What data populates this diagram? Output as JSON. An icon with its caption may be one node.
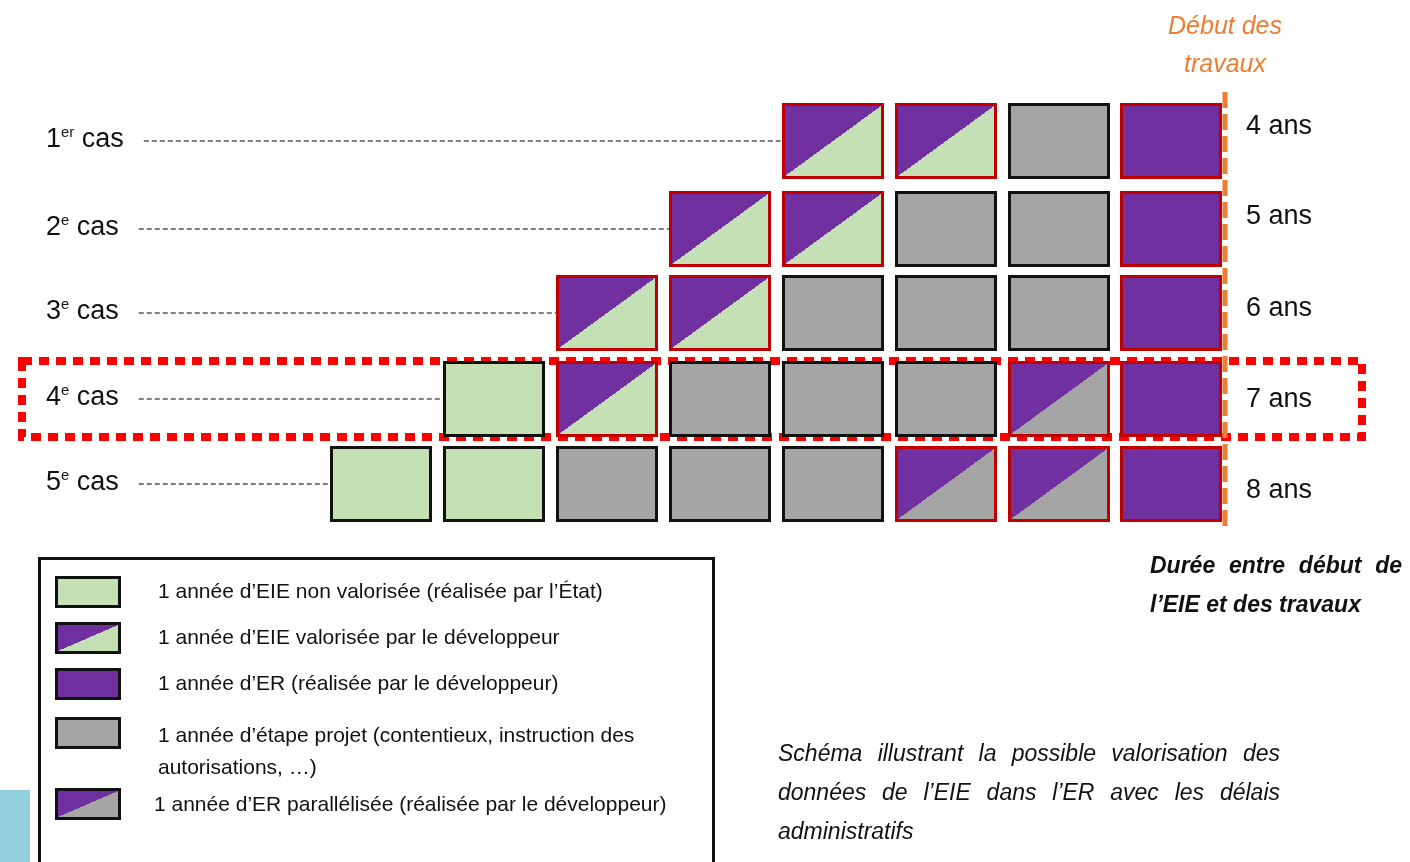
{
  "diagram": {
    "caption": "Schéma illustrant la possible valorisation des données de l’EIE dans l’ER avec les délais administratifs",
    "nodes": [
      {
        "text": [
          "1$^{er}$ cas"
        ]
      },
      {
        "text": [],
        "shape": "box"
      },
      {
        "text": [],
        "shape": "box"
      },
      {
        "text": [],
        "shape": "box"
      },
      {
        "text": [],
        "shape": "box"
      },
      {
        "text": [
          "2$^{e}$ cas"
        ]
      },
      {
        "text": [],
        "shape": "box"
      },
      {
        "text": [],
        "shape": "box"
      },
      {
        "text": [],
        "shape": "box"
      },
      {
        "text": [],
        "shape": "box"
      },
      {
        "text": [],
        "shape": "box"
      },
      {
        "text": [
          "3$^{e}$ cas"
        ]
      },
      {
        "text": [],
        "shape": "box"
      },
      {
        "text": [],
        "shape": "box"
      },
      {
        "text": [],
        "shape": "box"
      },
      {
        "text": [],
        "shape": "box"
      },
      {
        "text": [],
        "shape": "box"
      },
      {
        "text": [],
        "shape": "box"
      },
      {
        "text": [
          "4$^{e}$ cas"
        ]
      },
      {
        "text": [],
        "shape": "box"
      },
      {
        "text": [],
        "shape": "box"
      },
      {
        "text": [],
        "shape": "box"
      },
      {
        "text": [],
        "shape": "box"
      },
      {
        "text": [],
        "shape": "box"
      },
      {
        "text": [],
        "shape": "box"
      },
      {
        "text": [],
        "shape": "box"
      },
      {
        "text": [
          "5$^{e}$ cas"
        ]
      },
      {
        "text": [],
        "shape": "box"
      },
      {
        "text": [],
        "shape": "box"
      },
      {
        "text": [],
        "shape": "box"
      },
      {
        "text": [],
        "shape": "box"
      },
      {
        "text": [],
        "shape": "box"
      },
      {
        "text": [],
        "shape": "box"
      },
      {
        "text": [],
        "shape": "box"
      },
      {
        "text": [],
        "shape": "box"
      }
    ],
    "edges": [
      {
        "from": 0,
        "to": 1,
        "arrow": "none",
        "style": "dashed"
      },
      {
        "from": 5,
        "to": 6,
        "arrow": "none",
        "style": "dashed"
      },
      {
        "from": 11,
        "to": 12,
        "arrow": "none",
        "style": "dashed"
      },
      {
        "from": 18,
        "to": 19,
        "arrow": "none",
        "style": "dashed"
      },
      {
        "from": 26,
        "to": 27,
        "arrow": "none",
        "style": "dashed"
      }
    ],
    "labels": [
      "Début des travaux",
      "4 ans",
      "5 ans",
      "6 ans",
      "7 ans",
      "8 ans",
      "Durée entre début de l’EIE et des travaux"
    ],
    "legend": [
      {
        "text": "1 année d’EIE non valorisée (réalisée par l’État)",
        "color": "#c5e0b4"
      },
      {
        "text": "1 année d’EIE valorisée par le développeur"
      },
      {
        "text": "1 année d’ER (réalisée par le développeur)",
        "color": "#7030a0"
      },
      {
        "text": "1 année d’étape projet (contentieux, instruction des autorisations, …)",
        "color": "#a5a5a5"
      },
      {
        "text": "1 année d’ER parallélisée (réalisée par le développeur)"
      }
    ]
  }
}
